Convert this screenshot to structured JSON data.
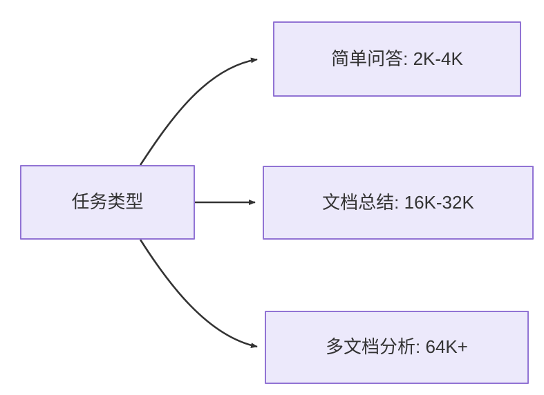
{
  "diagram": {
    "type": "flowchart",
    "direction": "left-to-right",
    "background_color": "#ffffff",
    "node_fill_color": "#ece9fb",
    "node_border_color": "#9173d4",
    "node_text_color": "#333333",
    "edge_color": "#333333",
    "source": {
      "id": "task-type",
      "label": "任务类型"
    },
    "targets": [
      {
        "id": "simple-qa",
        "label": "简单问答: 2K-4K",
        "task": "简单问答",
        "context_length": "2K-4K"
      },
      {
        "id": "doc-summary",
        "label": "文档总结: 16K-32K",
        "task": "文档总结",
        "context_length": "16K-32K"
      },
      {
        "id": "multi-doc",
        "label": "多文档分析: 64K+",
        "task": "多文档分析",
        "context_length": "64K+"
      }
    ],
    "edges": [
      {
        "id": "edge-to-simple-qa",
        "from": "任务类型",
        "to": "简单问答: 2K-4K",
        "style": "curved",
        "arrowhead": "solid-triangle"
      },
      {
        "id": "edge-to-doc-summary",
        "from": "任务类型",
        "to": "文档总结: 16K-32K",
        "style": "straight",
        "arrowhead": "solid-triangle"
      },
      {
        "id": "edge-to-multi-doc",
        "from": "任务类型",
        "to": "多文档分析: 64K+",
        "style": "curved",
        "arrowhead": "solid-triangle"
      }
    ]
  }
}
